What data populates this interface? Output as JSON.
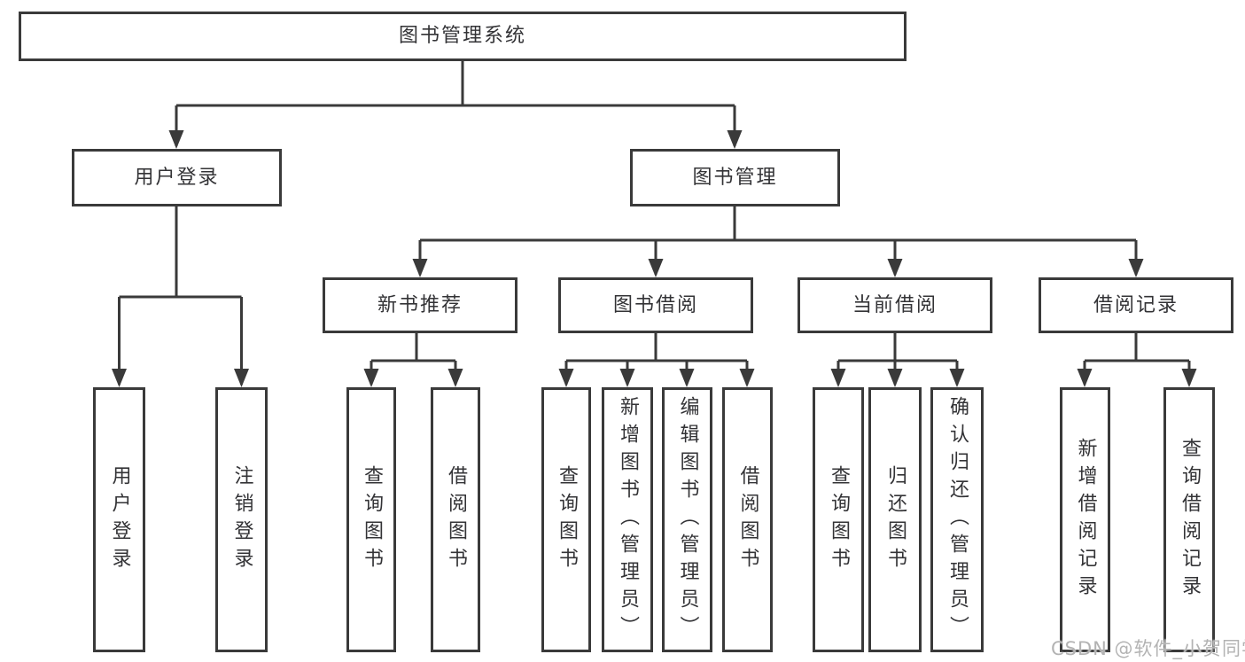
{
  "diagram": {
    "root": {
      "label": "图书管理系统"
    },
    "level2": {
      "user_login": {
        "label": "用户登录"
      },
      "book_management": {
        "label": "图书管理"
      }
    },
    "level3": {
      "new_book_recommendation": {
        "label": "新书推荐"
      },
      "book_borrowing": {
        "label": "图书借阅"
      },
      "current_borrowing": {
        "label": "当前借阅"
      },
      "borrowing_records": {
        "label": "借阅记录"
      }
    },
    "leaves": {
      "user_login": {
        "label": "用户登录"
      },
      "logout": {
        "label": "注销登录"
      },
      "nbr_query_books": {
        "label": "查询图书"
      },
      "nbr_borrow_books": {
        "label": "借阅图书"
      },
      "bb_query_books": {
        "label": "查询图书"
      },
      "bb_add_books_admin": {
        "label": "新增图书（管理员）"
      },
      "bb_edit_books_admin": {
        "label": "编辑图书（管理员）"
      },
      "bb_borrow_books": {
        "label": "借阅图书"
      },
      "cb_query_books": {
        "label": "查询图书"
      },
      "cb_return_books": {
        "label": "归还图书"
      },
      "cb_confirm_return_admin": {
        "label": "确认归还（管理员）"
      },
      "br_add_record": {
        "label": "新增借阅记录"
      },
      "br_query_record": {
        "label": "查询借阅记录"
      }
    },
    "colors": {
      "line": "#3a3a3a",
      "text": "#333336",
      "background": "#ffffff",
      "watermark": "#b3b3b3"
    }
  },
  "watermark": {
    "text": "CSDN @软件_小贺同学"
  }
}
